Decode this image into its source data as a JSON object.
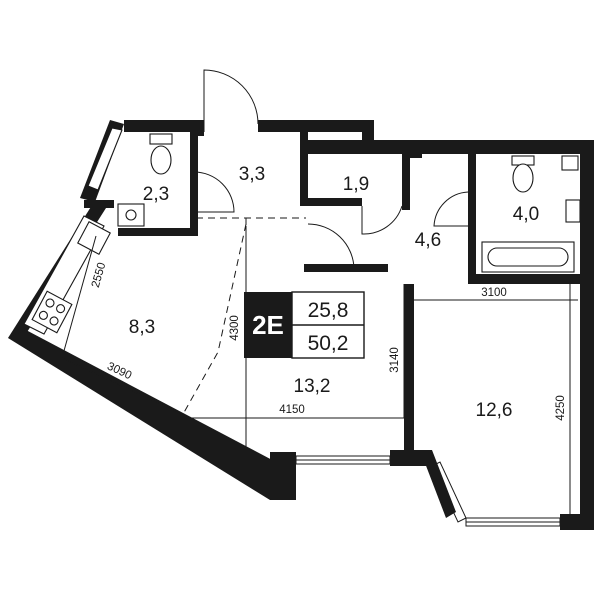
{
  "plan": {
    "type_code": "2E",
    "living_area": "25,8",
    "total_area": "50,2",
    "rooms": [
      {
        "id": "bathroom-small",
        "area": "2,3"
      },
      {
        "id": "hall-entry",
        "area": "3,3"
      },
      {
        "id": "storage",
        "area": "1,9"
      },
      {
        "id": "bathroom-large",
        "area": "4,0"
      },
      {
        "id": "corridor",
        "area": "4,6"
      },
      {
        "id": "kitchen",
        "area": "8,3"
      },
      {
        "id": "living-room",
        "area": "13,2"
      },
      {
        "id": "bedroom",
        "area": "12,6"
      }
    ],
    "dimensions": {
      "kitchen_width": "2550",
      "kitchen_length": "3090",
      "living_height": "4300",
      "living_width": "4150",
      "living_depth": "3140",
      "bedroom_width": "3100",
      "bedroom_height": "4250"
    }
  },
  "colors": {
    "wall": "#1a1a1a",
    "background": "#ffffff"
  }
}
